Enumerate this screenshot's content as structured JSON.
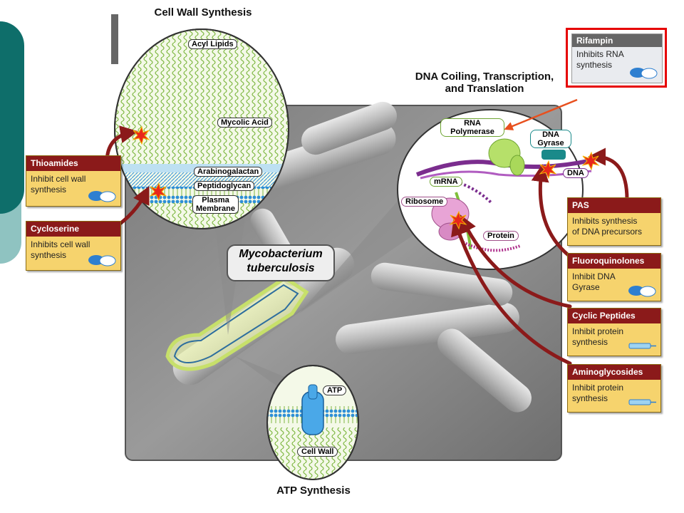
{
  "titles": {
    "cell_wall": "Cell Wall Synthesis",
    "dna": "DNA Coiling, Transcription, and Translation",
    "dna_line1": "DNA Coiling, Transcription,",
    "dna_line2": "and Translation",
    "atp": "ATP Synthesis"
  },
  "organism": {
    "line1": "Mycobacterium",
    "line2": "tuberculosis"
  },
  "cell_wall_layers": {
    "acyl_lipids": "Acyl Lipids",
    "mycolic_acid": "Mycolic Acid",
    "arabinogalactan": "Arabinogalactan",
    "peptidoglycan": "Peptidoglycan",
    "plasma_membrane_1": "Plasma",
    "plasma_membrane_2": "Membrane"
  },
  "dna_labels": {
    "rna_polymerase_1": "RNA",
    "rna_polymerase_2": "Polymerase",
    "dna_gyrase_1": "DNA",
    "dna_gyrase_2": "Gyrase",
    "dna": "DNA",
    "mrna": "mRNA",
    "ribosome": "Ribosome",
    "protein": "Protein"
  },
  "atp_labels": {
    "atp": "ATP",
    "cell_wall": "Cell Wall"
  },
  "drugs": {
    "thioamides": {
      "name": "Thioamides",
      "line1": "Inhibit cell wall",
      "line2": "synthesis"
    },
    "cycloserine": {
      "name": "Cycloserine",
      "line1": "Inhibits cell wall",
      "line2": "synthesis"
    },
    "rifampin": {
      "name": "Rifampin",
      "line1": "Inhibits RNA",
      "line2": "synthesis"
    },
    "pas": {
      "name": "PAS",
      "line1": "Inhibits synthesis",
      "line2": "of DNA precursors"
    },
    "fluoroquinolones": {
      "name": "Fluoroquinolones",
      "line1": "Inhibit DNA",
      "line2": "Gyrase"
    },
    "cyclic_peptides": {
      "name": "Cyclic Peptides",
      "line1": "Inhibit protein",
      "line2": "synthesis"
    },
    "aminoglycosides": {
      "name": "Aminoglycosides",
      "line1": "Inhibit protein",
      "line2": "synthesis"
    }
  },
  "colors": {
    "drug_header": "#8b1a1a",
    "drug_body": "#f6d36d",
    "highlight_border": "#e60000",
    "arrow": "#8b1a1a",
    "pointer_arrow": "#e8501e",
    "teal": "#0e6e6a"
  }
}
